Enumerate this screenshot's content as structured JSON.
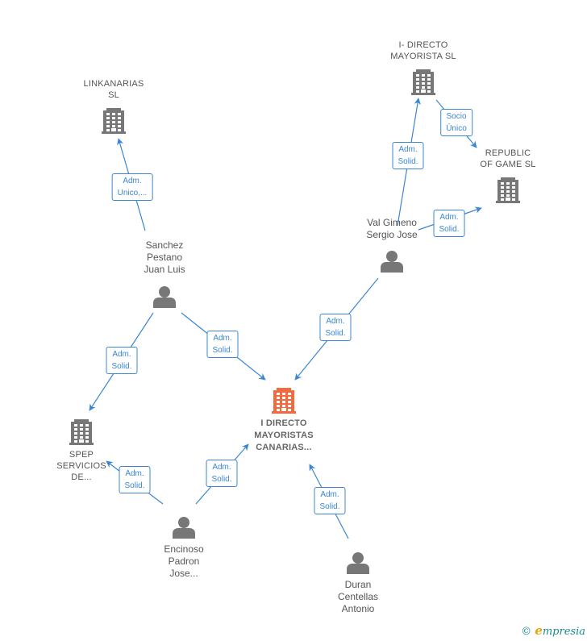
{
  "nodes": {
    "focus": {
      "lines": [
        "I DIRECTO",
        "MAYORISTAS",
        "CANARIAS..."
      ],
      "icon": "building-icon",
      "color": "#f26a3d"
    },
    "linkanarias": {
      "lines": [
        "LINKANARIAS",
        "SL"
      ],
      "icon": "building-icon",
      "color": "#777777"
    },
    "idirecto_mayorista": {
      "lines": [
        "I- DIRECTO",
        "MAYORISTA SL"
      ],
      "icon": "building-icon",
      "color": "#777777"
    },
    "republic": {
      "lines": [
        "REPUBLIC",
        "OF GAME  SL"
      ],
      "icon": "building-icon",
      "color": "#777777"
    },
    "spep": {
      "lines": [
        "SPEP",
        "SERVICIOS",
        "DE..."
      ],
      "icon": "building-icon",
      "color": "#777777"
    },
    "sanchez": {
      "lines": [
        "Sanchez",
        "Pestano",
        "Juan Luis"
      ],
      "icon": "person-icon",
      "color": "#777777"
    },
    "val": {
      "lines": [
        "Val Gimeno",
        "Sergio Jose"
      ],
      "icon": "person-icon",
      "color": "#777777"
    },
    "encinoso": {
      "lines": [
        "Encinoso",
        "Padron",
        "Jose..."
      ],
      "icon": "person-icon",
      "color": "#777777"
    },
    "duran": {
      "lines": [
        "Duran",
        "Centellas",
        "Antonio"
      ],
      "icon": "person-icon",
      "color": "#777777"
    }
  },
  "edges": [
    {
      "id": "sanchez-linkanarias",
      "from": "sanchez",
      "to": "linkanarias",
      "label": [
        "Adm.",
        "Unico,..."
      ]
    },
    {
      "id": "sanchez-spep",
      "from": "sanchez",
      "to": "spep",
      "label": [
        "Adm.",
        "Solid."
      ]
    },
    {
      "id": "sanchez-focus",
      "from": "sanchez",
      "to": "focus",
      "label": [
        "Adm.",
        "Solid."
      ]
    },
    {
      "id": "val-idirecto",
      "from": "val",
      "to": "idirecto_mayorista",
      "label": [
        "Adm.",
        "Solid."
      ]
    },
    {
      "id": "val-republic",
      "from": "val",
      "to": "republic",
      "label": [
        "Adm.",
        "Solid."
      ]
    },
    {
      "id": "idirecto-republic",
      "from": "idirecto_mayorista",
      "to": "republic",
      "label": [
        "Socio",
        "Único"
      ]
    },
    {
      "id": "val-focus",
      "from": "val",
      "to": "focus",
      "label": [
        "Adm.",
        "Solid."
      ]
    },
    {
      "id": "encinoso-spep",
      "from": "encinoso",
      "to": "spep",
      "label": [
        "Adm.",
        "Solid."
      ]
    },
    {
      "id": "encinoso-focus",
      "from": "encinoso",
      "to": "focus",
      "label": [
        "Adm.",
        "Solid."
      ]
    },
    {
      "id": "duran-focus",
      "from": "duran",
      "to": "focus",
      "label": [
        "Adm.",
        "Solid."
      ]
    }
  ],
  "colors": {
    "edge": "#3a86d4"
  },
  "watermark": {
    "symbol": "©",
    "brand_initial": "e",
    "brand_rest": "mpresia"
  }
}
